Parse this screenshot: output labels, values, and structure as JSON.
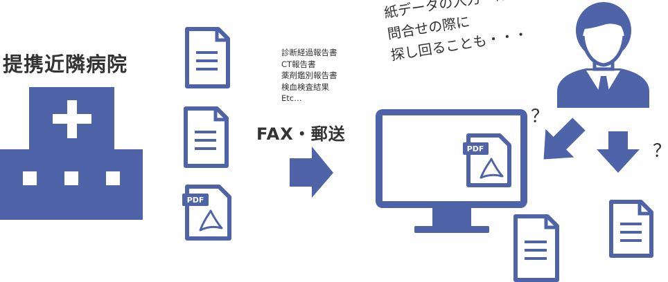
{
  "hospital": {
    "title": "提携近隣病院"
  },
  "documents": {
    "items": [
      "診断経過報告書",
      "CT報告書",
      "薬剤鑑別報告書",
      "検血検査結果",
      "Etc…"
    ]
  },
  "transfer": {
    "label": "FAX・郵送"
  },
  "staff": {
    "speech_lines": [
      "紙データの入力・保管",
      "問合せの際に",
      "探し回ることも・・・"
    ]
  },
  "question_marks": {
    "first": "？",
    "second": "？"
  },
  "pdf_badge": {
    "text": "PDF"
  },
  "colors": {
    "accent": "#4f63a8",
    "text": "#333333",
    "background": "#ffffff"
  }
}
